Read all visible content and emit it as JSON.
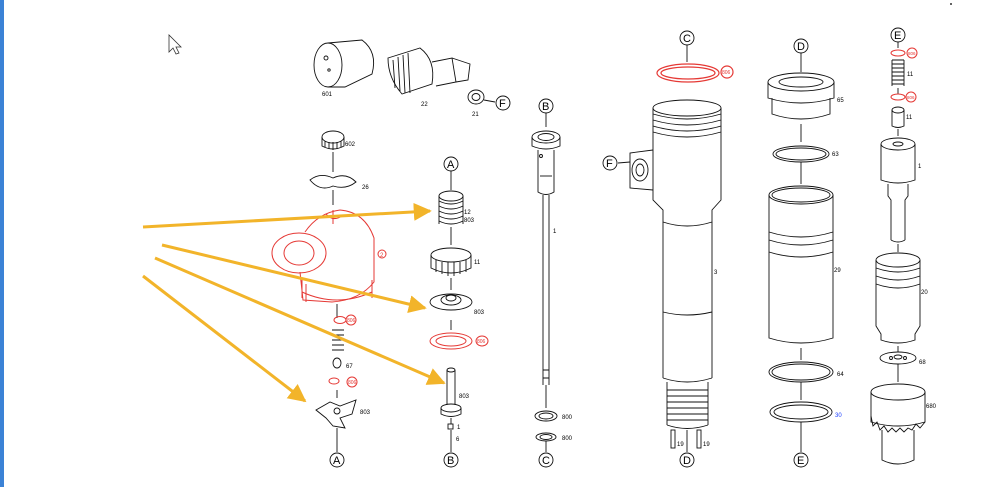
{
  "cursor": "arrow-cursor-icon",
  "marker_letters": {
    "A": "A",
    "B": "B",
    "C": "C",
    "D": "D",
    "E": "E",
    "F": "F"
  },
  "part_labels": {
    "p601": "601",
    "p22": "22",
    "p21": "21",
    "p602": "602",
    "p26": "26",
    "p12": "12",
    "p803a": "803",
    "p11": "11",
    "p803b": "803",
    "p803c": "803",
    "p1a": "1",
    "p6": "6",
    "p803d": "803",
    "p67": "67",
    "pB1": "1",
    "p800a": "800",
    "p800b": "800",
    "p3": "3",
    "p19a": "19",
    "p19b": "19",
    "p65": "65",
    "p63": "63",
    "p29": "29",
    "p64": "64",
    "p30": "30",
    "p11e": "11",
    "p1e": "1",
    "p20": "20",
    "p68": "68",
    "p680": "680"
  },
  "red_labels": {
    "r2": "2",
    "r806_top": "806",
    "r806_mid": "806",
    "r806a": "806",
    "r806b": "806",
    "r806c": "806",
    "r806e1": "806",
    "r806e2": "806"
  },
  "colors": {
    "highlight": "#e53935",
    "arrow": "#f2b42a",
    "blue_label": "#1e40ff",
    "line": "#111111"
  }
}
